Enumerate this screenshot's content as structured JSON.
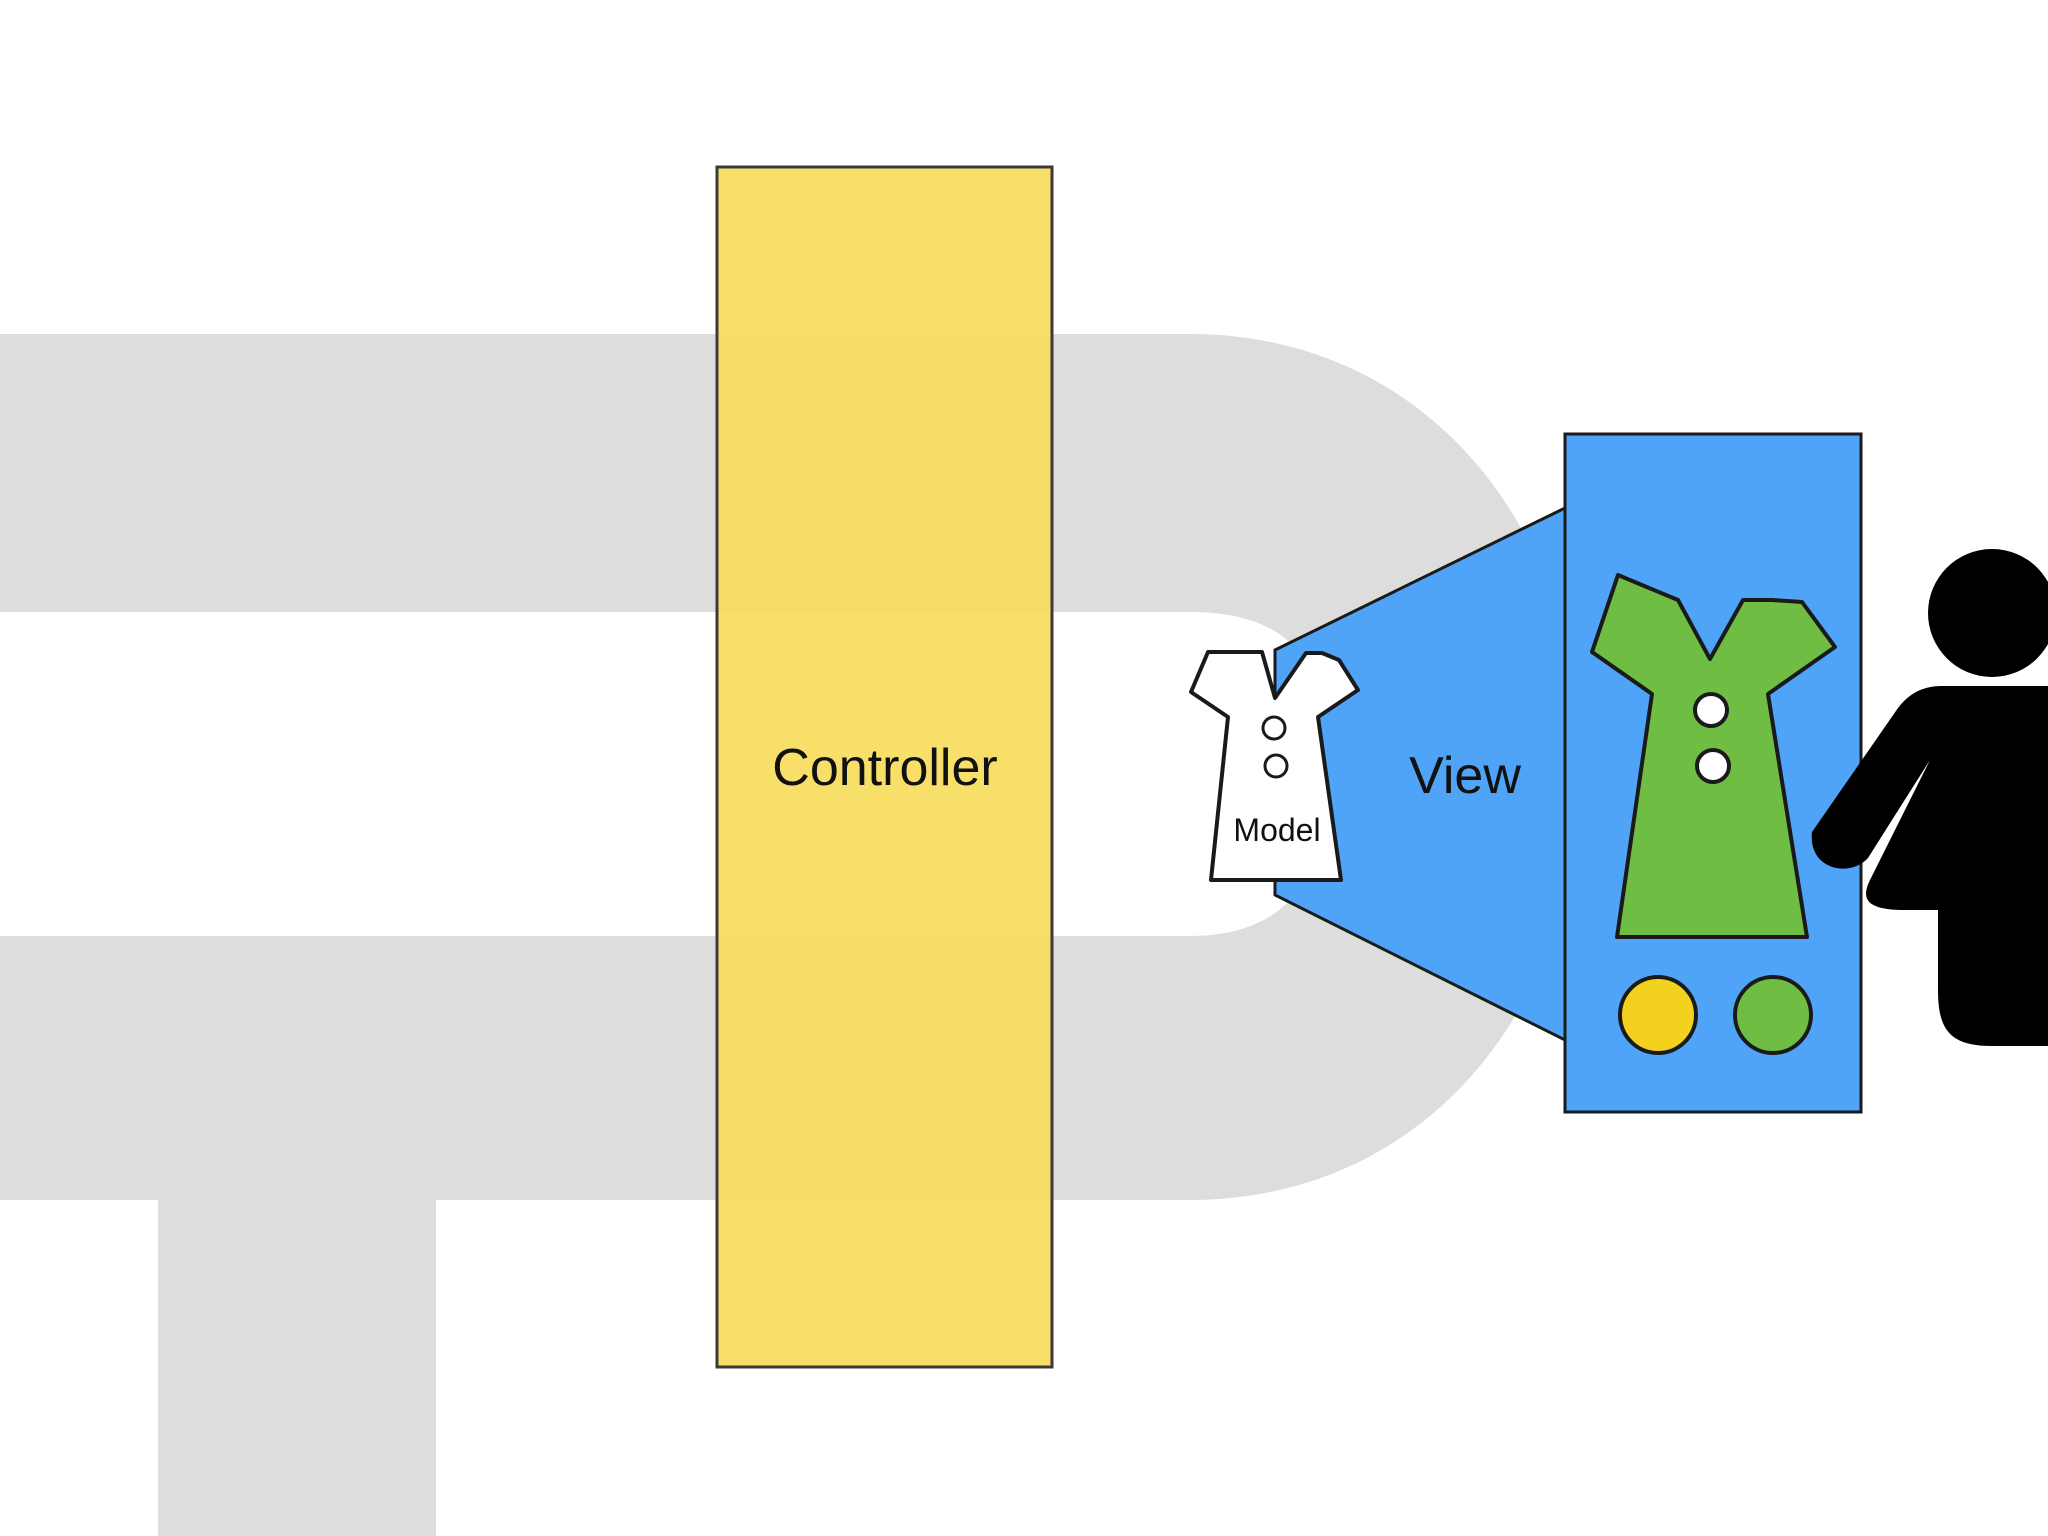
{
  "diagram": {
    "controller": {
      "label": "Controller",
      "color": "#F7DC5C"
    },
    "view": {
      "label": "View",
      "color": "#50A4F7"
    },
    "model": {
      "label": "Model",
      "color": "#FFFFFF"
    },
    "watermark_color": "#DDDDDD",
    "view_dress_color": "#70BD43",
    "view_buttons": [
      {
        "color": "#F2D11F"
      },
      {
        "color": "#70BD43"
      }
    ],
    "user_icon": "person-icon"
  }
}
